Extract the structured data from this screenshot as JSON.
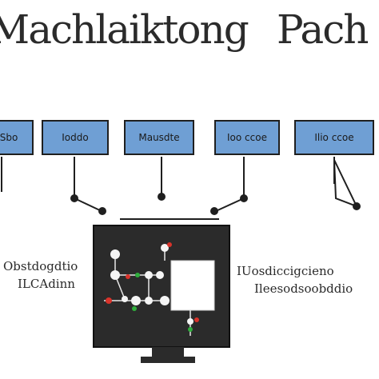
{
  "title": {
    "left": "Machlaiktong",
    "right": "Pach"
  },
  "boxes": [
    "Sbo",
    "Ioddo",
    "Mausdte",
    "Ioo ccoe",
    "Ilio ccoe"
  ],
  "left_label": {
    "line1": "Obstdogdtio",
    "line2": "ILCAdinn"
  },
  "right_label": {
    "line1": "IUosdiccigcieno",
    "line2": "Ileesodsoobddio"
  },
  "colors": {
    "box_fill": "#6f9fd4",
    "outline": "#1f1f1f",
    "monitor": "#2b2b2b",
    "node_red": "#d9332b",
    "node_green": "#2fae3c"
  }
}
